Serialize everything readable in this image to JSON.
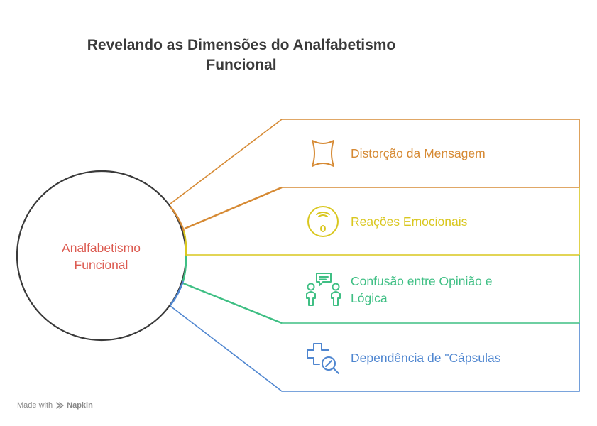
{
  "title": {
    "line1": "Revelando as Dimensões do Analfabetismo",
    "line2": "Funcional"
  },
  "center": {
    "label_line1": "Analfabetismo",
    "label_line2": "Funcional"
  },
  "items": [
    {
      "label_line1": "Distorção da Mensagem",
      "label_line2": "",
      "color": "#d68a34",
      "icon": "mask-icon"
    },
    {
      "label_line1": "Reações Emocionais",
      "label_line2": "",
      "color": "#d9c71f",
      "icon": "emotional-face-icon"
    },
    {
      "label_line1": "Confusão entre Opinião e",
      "label_line2": "Lógica",
      "color": "#3fbf84",
      "icon": "conversation-icon"
    },
    {
      "label_line1": "Dependência de \"Cápsulas",
      "label_line2": "",
      "color": "#4f86d0",
      "icon": "medical-search-icon"
    }
  ],
  "footer": {
    "made_with": "Made with",
    "brand": "Napkin"
  }
}
